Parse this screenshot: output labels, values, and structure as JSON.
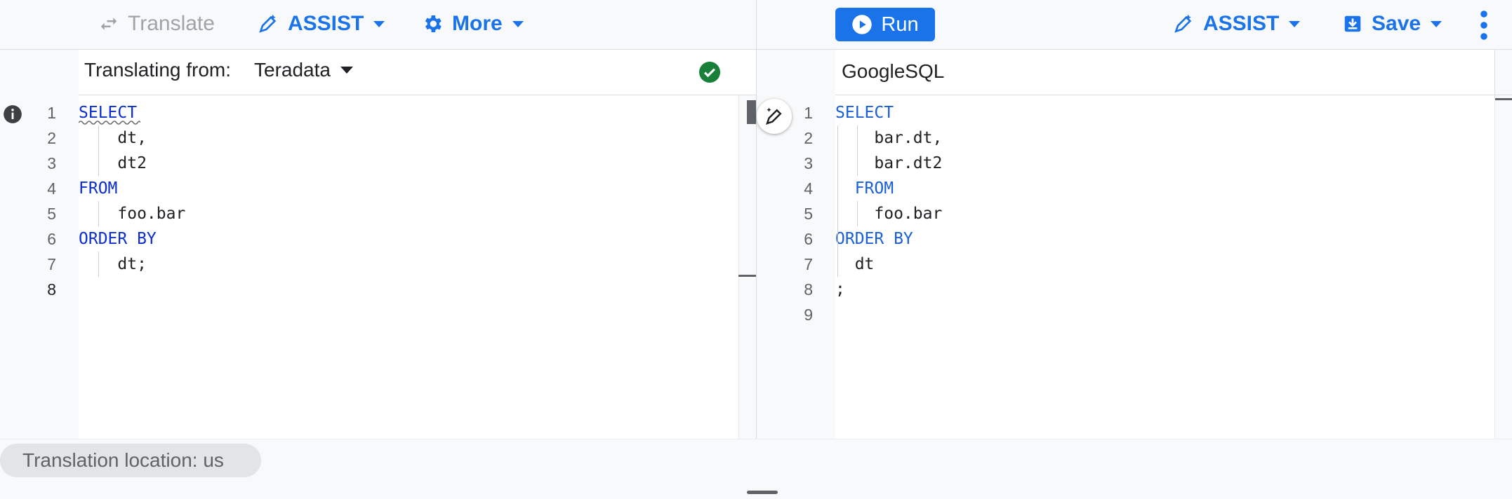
{
  "left_toolbar": {
    "translate_label": "Translate",
    "assist_label": "ASSIST",
    "more_label": "More"
  },
  "right_toolbar": {
    "run_label": "Run",
    "assist_label": "ASSIST",
    "save_label": "Save"
  },
  "source": {
    "translating_from_label": "Translating from:",
    "dialect": "Teradata",
    "lines": [
      {
        "n": "1",
        "indent": "",
        "kw": "SELECT",
        "text": ""
      },
      {
        "n": "2",
        "indent": "    ",
        "kw": "",
        "text": "dt,"
      },
      {
        "n": "3",
        "indent": "    ",
        "kw": "",
        "text": "dt2"
      },
      {
        "n": "4",
        "indent": "",
        "kw": "FROM",
        "text": ""
      },
      {
        "n": "5",
        "indent": "    ",
        "kw": "",
        "text": "foo.bar"
      },
      {
        "n": "6",
        "indent": "",
        "kw": "ORDER BY",
        "text": ""
      },
      {
        "n": "7",
        "indent": "    ",
        "kw": "",
        "text": "dt;"
      },
      {
        "n": "8",
        "indent": "",
        "kw": "",
        "text": ""
      }
    ],
    "active_line": "8"
  },
  "target": {
    "dialect": "GoogleSQL",
    "lines": [
      {
        "n": "1",
        "indent": "",
        "kw": "SELECT",
        "text": ""
      },
      {
        "n": "2",
        "indent": "    ",
        "kw": "",
        "text": "bar.dt,"
      },
      {
        "n": "3",
        "indent": "    ",
        "kw": "",
        "text": "bar.dt2"
      },
      {
        "n": "4",
        "indent": "  ",
        "kw": "FROM",
        "text": ""
      },
      {
        "n": "5",
        "indent": "    ",
        "kw": "",
        "text": "foo.bar"
      },
      {
        "n": "6",
        "indent": "",
        "kw": "ORDER BY",
        "text": ""
      },
      {
        "n": "7",
        "indent": "  ",
        "kw": "",
        "text": "dt"
      },
      {
        "n": "8",
        "indent": "",
        "kw": "",
        "text": ";"
      },
      {
        "n": "9",
        "indent": "",
        "kw": "",
        "text": ""
      }
    ]
  },
  "status": {
    "location_label": "Translation location: us"
  },
  "colors": {
    "accent": "#1a73e8",
    "success": "#188038",
    "keyword_source": "#0b2fcf",
    "keyword_target": "#1a5fd6"
  }
}
